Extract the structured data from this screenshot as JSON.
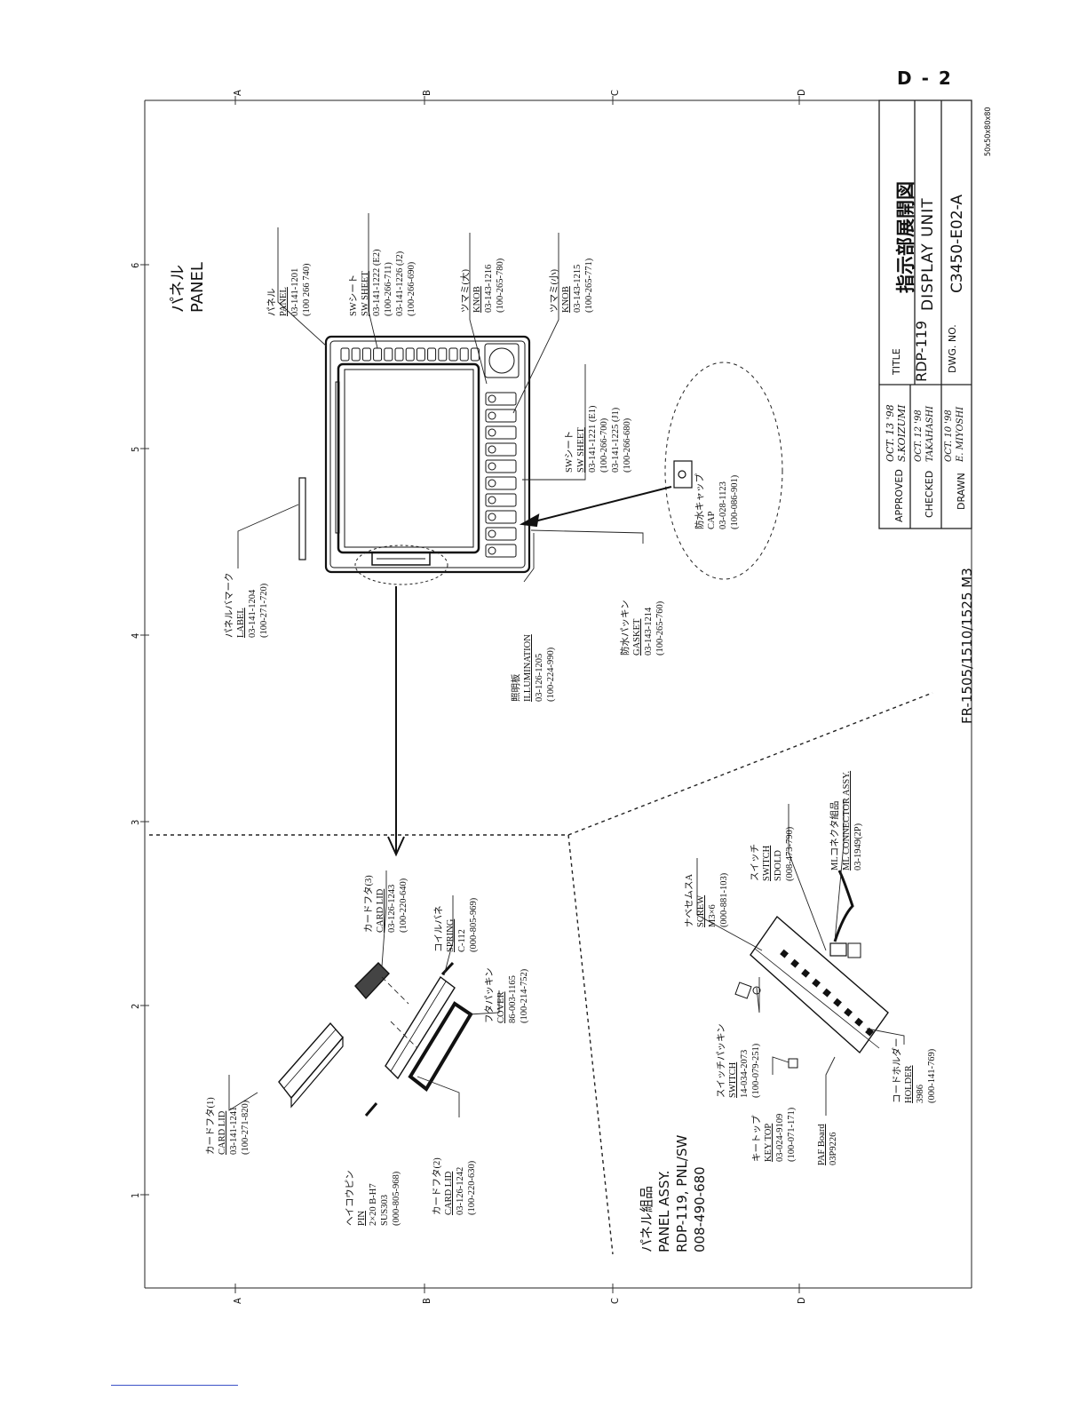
{
  "page_label": "D - 2",
  "film_code": "50x50x80x80",
  "model_line": "FR-1505/1510/1525 M3",
  "zone_letters": [
    "A",
    "B",
    "C",
    "D"
  ],
  "zone_numbers": [
    "1",
    "2",
    "3",
    "4",
    "5",
    "6"
  ],
  "panel_title": {
    "jp": "パネル",
    "en": "PANEL"
  },
  "assy_title": {
    "jp": "パネル組品",
    "en": "PANEL ASSY.",
    "model": "RDP-119, PNL/SW",
    "code": "008-490-680"
  },
  "title_block": {
    "title_label": "TITLE",
    "title_jp": "指示部展開図",
    "title_en": "DISPLAY UNIT",
    "model": "RDP-119",
    "dwg_label": "DWG. NO.",
    "dwg_no": "C3450-E02-A",
    "approved_label": "APPROVED",
    "checked_label": "CHECKED",
    "drawn_label": "DRAWN",
    "approved_date": "OCT. 13 '98",
    "approved_name": "S.KOIZUMI",
    "checked_date": "OCT. 12 '98",
    "checked_name": "TAKAHASHI",
    "drawn_date": "OCT. 10 '98",
    "drawn_name": "E. MIYOSHI"
  },
  "callouts": {
    "panel": [
      "パネル",
      "PANEL",
      "03-141-1201",
      "(100 266 740)"
    ],
    "sw_sheet_top": [
      "SWシート",
      "SW SHEET",
      "03-141-1222 (E2)",
      "(100-266-711)",
      "03-141-1226 (J2)",
      "(100-266-690)"
    ],
    "knob_large": [
      "ツマミ(大)",
      "KNOB",
      "03-143-1216",
      "(100-265-780)"
    ],
    "knob_small": [
      "ツマミ(小)",
      "KNOB",
      "03-143-1215",
      "(100-265-771)"
    ],
    "sw_sheet_side": [
      "SWシート",
      "SW SHEET",
      "03-141-1221 (E1)",
      "(100-266-700)",
      "03-141-1225 (J1)",
      "(100-266-680)"
    ],
    "cap": [
      "防水キャップ",
      "CAP",
      "03-028-1123",
      "(100-086-901)"
    ],
    "gasket": [
      "防水パッキン",
      "GASKET",
      "03-143-1214",
      "(100-265-760)"
    ],
    "illumination": [
      "照明板",
      "ILLUMINATION",
      "03-126-1205",
      "(100-224-990)"
    ],
    "label": [
      "パネルバマーク",
      "LABEL",
      "03-141-1204",
      "(100-271-720)"
    ],
    "card_lid_3": [
      "カードフタ(3)",
      "CARD LID",
      "03-126-1243",
      "(100-220-640)"
    ],
    "spring": [
      "コイルバネ",
      "SPRING",
      "C-112",
      "(000-805-969)"
    ],
    "cover": [
      "フタパッキン",
      "COVER",
      "86-003-1165",
      "(100-214-752)"
    ],
    "card_lid_1": [
      "カードフタ(1)",
      "CARD LID",
      "03-141-1241",
      "(100-271-820)"
    ],
    "pin": [
      "ヘイコウピン",
      "PIN",
      "2×20 B-H7",
      "SUS303",
      "(000-805-968)"
    ],
    "card_lid_2": [
      "カードフタ(2)",
      "CARD LID",
      "03-126-1242",
      "(100-220-630)"
    ],
    "screw": [
      "ナベセムスA",
      "SCREW",
      "M3×6",
      "(000-881-103)"
    ],
    "switch_sdold": [
      "スイッチ",
      "SWITCH",
      "SDOLD",
      "(008-473-790)"
    ],
    "ml_connector": [
      "MLコネクタ組品",
      "ML CONNECTOR ASSY.",
      "03-1949(2P)"
    ],
    "switch_14": [
      "スイッチパッキン",
      "SWITCH",
      "14-034-2073",
      "(100-079-251)"
    ],
    "key_top": [
      "キートップ",
      "KEY TOP",
      "03-024-9109",
      "(100-071-171)"
    ],
    "paf_board": [
      "PAF Board",
      "03P9226"
    ],
    "holder": [
      "コードホルダー",
      "HOLDER",
      "3986",
      "(000-141-769)"
    ]
  }
}
